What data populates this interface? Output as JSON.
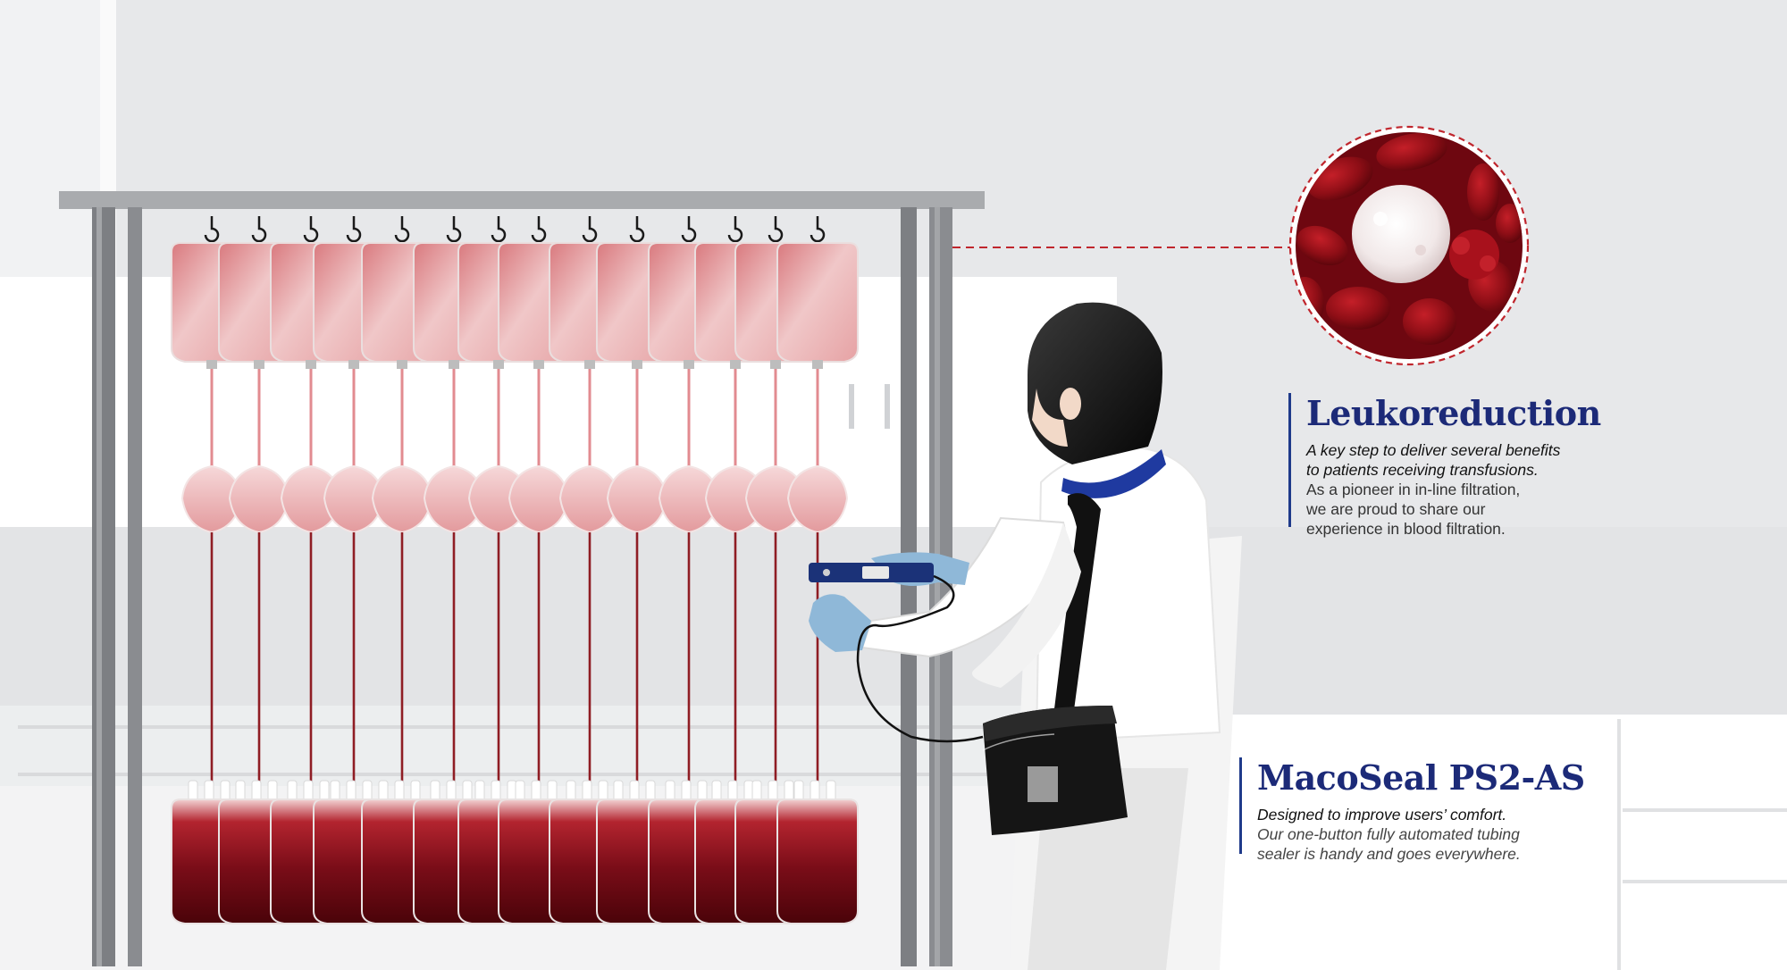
{
  "colors": {
    "brand_navy": "#1c2a78",
    "blood_dark": "#6e0b14",
    "plasma_pink": "#e6a1a3",
    "glove_blue": "#8fb8d8",
    "background_grey": "#e7e8ea"
  },
  "icons": {
    "magnifier": "red-blood-cell-closeup-icon",
    "device": "tubing-sealer-icon",
    "bag": "shoulder-bag-icon"
  },
  "leukoreduction": {
    "title": "Leukoreduction",
    "line1": "A key step to deliver several benefits",
    "line2": "to patients receiving transfusions.",
    "line3": "As a pioneer in in-line filtration,",
    "line4": "we are proud to share our",
    "line5": "experience in blood filtration."
  },
  "macoseal": {
    "title": "MacoSeal PS2-AS",
    "line1": "Designed to improve users’ comfort.",
    "line2": "Our one-button fully automated tubing",
    "line3": "sealer is handy and goes everywhere."
  }
}
